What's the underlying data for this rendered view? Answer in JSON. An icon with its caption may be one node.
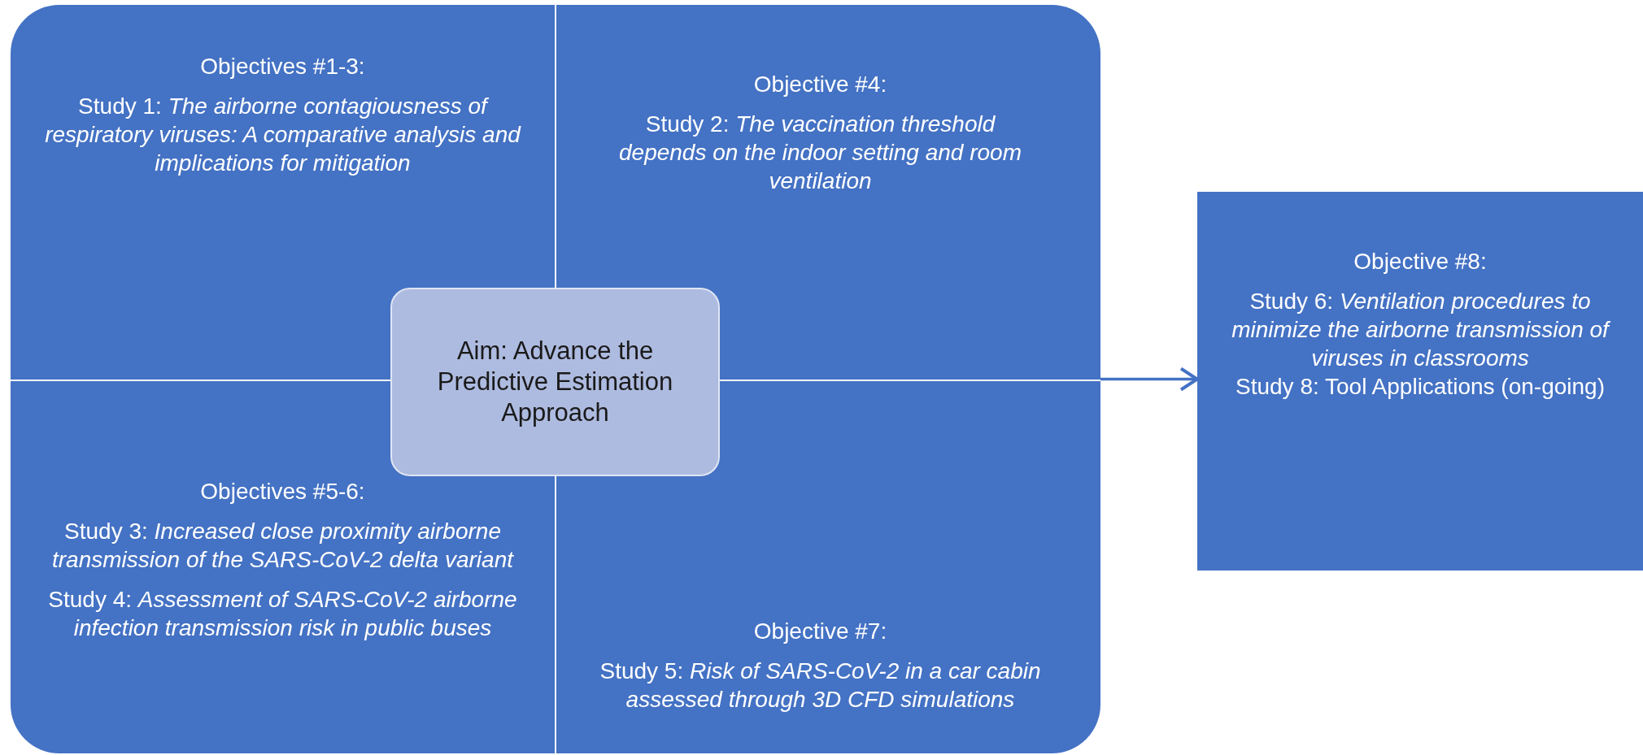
{
  "diagram": {
    "nodes": [
      {
        "text": [],
        "shape": "box"
      },
      {
        "text": [
          "Objectives #1-3:",
          "Study 1: *The airborne contagiousness of respiratory viruses: A comparative analysis and implications for mitigation*"
        ],
        "in": 0
      },
      {
        "text": [
          "Objective #4:",
          "Study 2: *The vaccination threshold depends on the indoor setting and room ventilation*"
        ],
        "in": 0
      },
      {
        "text": [
          "Objectives #5-6:",
          "Study 3: *Increased close proximity airborne transmission of the SARS-CoV-2 delta variant*",
          "Study 4: *Assessment of SARS-CoV-2 airborne infection transmission risk in public buses*"
        ],
        "in": 0
      },
      {
        "text": [
          "Objective #7:",
          "Study 5: *Risk of SARS-CoV-2 in a car cabin assessed through 3D CFD simulations*"
        ],
        "in": 0
      },
      {
        "text": [
          "Aim: Advance the Predictive Estimation Approach"
        ],
        "in": 0
      },
      {
        "text": [
          "Objective #8:",
          "Study 6: *Ventilation procedures to minimize the airborne transmission of viruses in classrooms*",
          "Study 8: Tool Applications (on-going)"
        ]
      }
    ],
    "edges": [
      {
        "from": 0,
        "to": 6,
        "arrow": "to"
      }
    ]
  }
}
